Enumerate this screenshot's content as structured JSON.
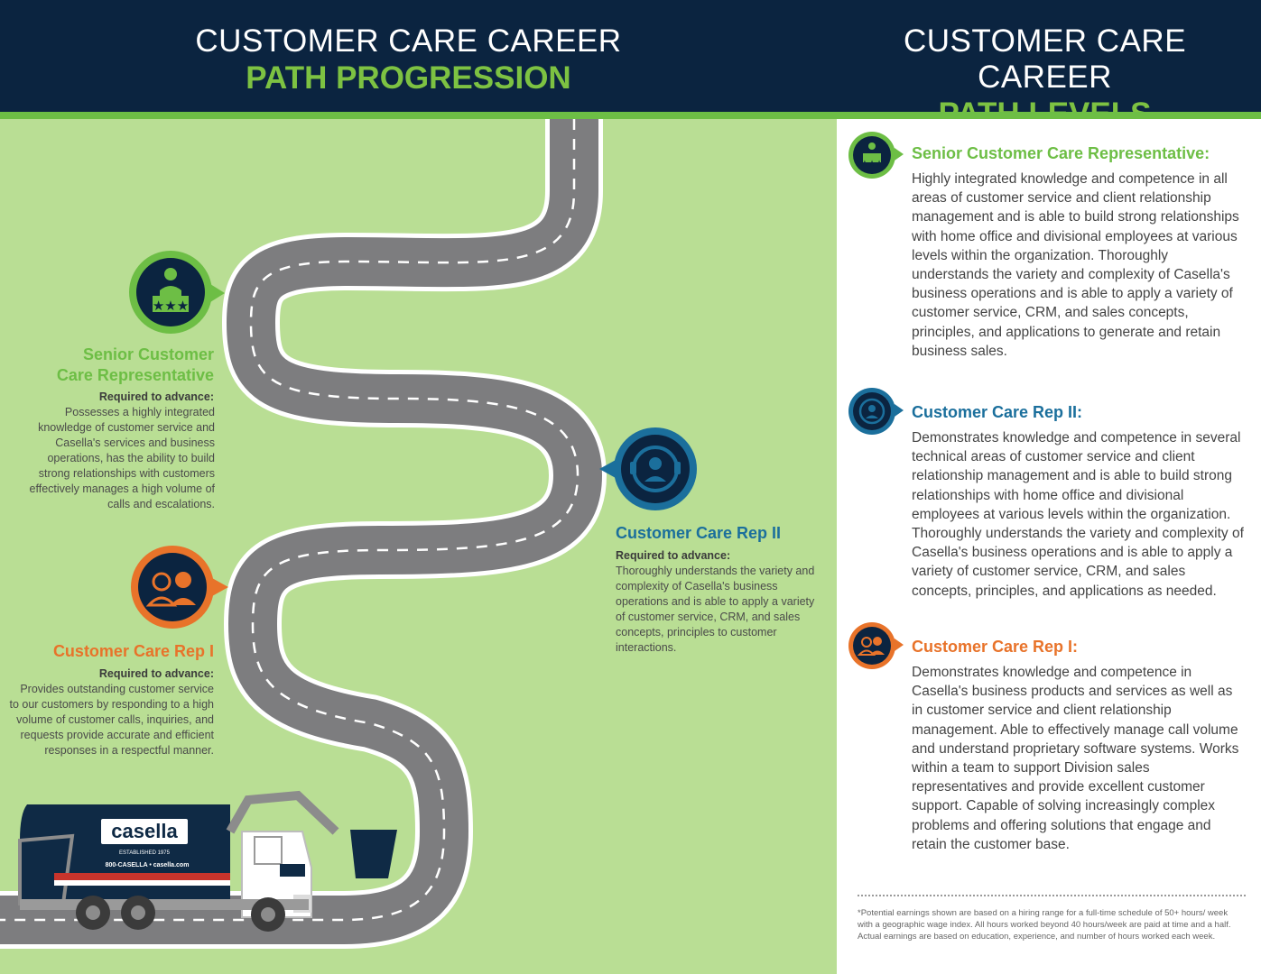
{
  "header": {
    "left": {
      "line1": "CUSTOMER CARE CAREER",
      "line2": "PATH PROGRESSION"
    },
    "right": {
      "line1": "CUSTOMER CARE CAREER",
      "line2": "PATH LEVELS"
    }
  },
  "colors": {
    "navy": "#0b2440",
    "green": "#6dbe45",
    "blue": "#1b6f9c",
    "orange": "#e8732a",
    "field": "#b9de94",
    "road": "#7d7d7f"
  },
  "progression": {
    "senior": {
      "title_line1": "Senior Customer",
      "title_line2": "Care Representative",
      "req_label": "Required to advance:",
      "description": "Possesses a highly integrated knowledge of customer service and Casella's services and business operations, has the ability to build strong relationships with customers effectively manages a high volume of calls and escalations.",
      "icon": "team-stars-icon"
    },
    "rep2": {
      "title": "Customer Care Rep II",
      "req_label": "Required to advance:",
      "description": "Thoroughly understands the variety and complexity of Casella's business operations and is able to apply a variety of customer service, CRM, and sales concepts, principles to customer interactions.",
      "icon": "headset-agent-icon"
    },
    "rep1": {
      "title": "Customer Care Rep I",
      "req_label": "Required to advance:",
      "description": "Provides outstanding customer service to our customers by responding to a high volume of customer calls, inquiries, and requests provide accurate and efficient responses in a respectful manner.",
      "icon": "two-agents-icon"
    }
  },
  "truck": {
    "brand": "casella",
    "tagline": "ESTABLISHED 1975",
    "contact": "800-CASELLA • casella.com"
  },
  "levels": [
    {
      "title": "Senior Customer Care Representative:",
      "description": "Highly integrated knowledge and competence in all areas of customer service and client relationship management and is able to build strong relationships with home office and divisional employees at various levels within the organization. Thoroughly understands the variety and complexity of Casella's business operations and is able to apply a variety of customer service, CRM, and sales concepts, principles, and applications to generate and retain business sales.",
      "icon": "team-stars-icon"
    },
    {
      "title": "Customer Care Rep II:",
      "description": "Demonstrates knowledge and competence in several technical areas of customer service and client relationship management and is able to build strong relationships with home office and divisional employees at various levels within the organization. Thoroughly understands the variety and complexity of Casella's business operations and is able to apply a variety of customer service, CRM, and sales concepts, principles, and applications as needed.",
      "icon": "headset-agent-icon"
    },
    {
      "title": "Customer Care Rep I:",
      "description": "Demonstrates knowledge and competence in Casella's business products and services as well as in customer service and client relationship management. Able to effectively manage call volume and understand proprietary software systems. Works within a team to support Division sales representatives and provide excellent customer support. Capable of solving increasingly complex problems and offering solutions that engage and retain the customer base.",
      "icon": "two-agents-icon"
    }
  ],
  "footnote": "*Potential earnings shown are based on a hiring range for a full-time schedule of 50+ hours/ week with a geographic wage index. All hours worked beyond 40 hours/week are paid at time and a half. Actual earnings are based on education, experience, and number of hours worked each week."
}
